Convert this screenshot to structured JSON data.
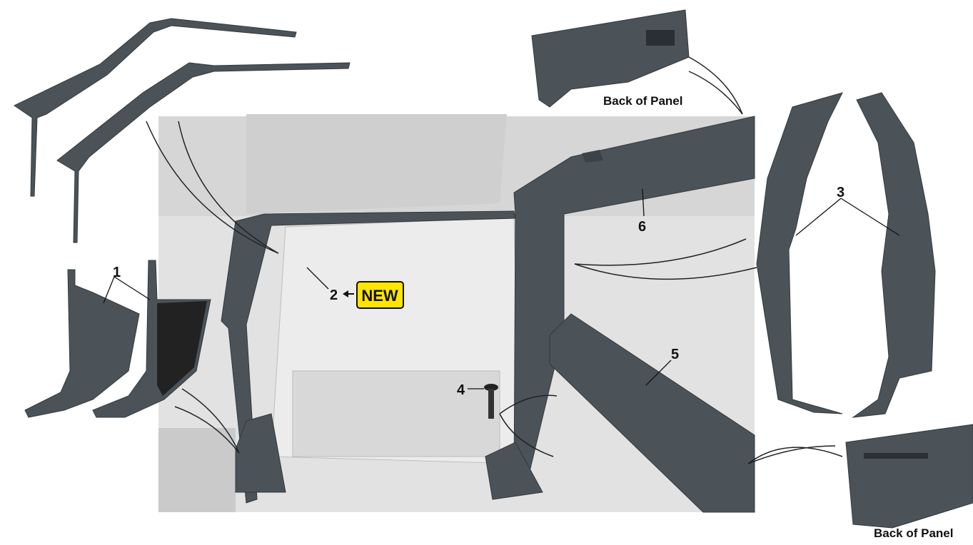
{
  "callouts": {
    "part1": "1",
    "part2": "2",
    "part3": "3",
    "part4": "4",
    "part5": "5",
    "part6": "6"
  },
  "badge": {
    "label": "NEW",
    "color": "#ffe500"
  },
  "captions": {
    "back_of_panel_top": "Back of Panel",
    "back_of_panel_bottom": "Back of Panel"
  },
  "colors": {
    "part": "#4b5359",
    "photo_bg": "#dcdcdc"
  }
}
